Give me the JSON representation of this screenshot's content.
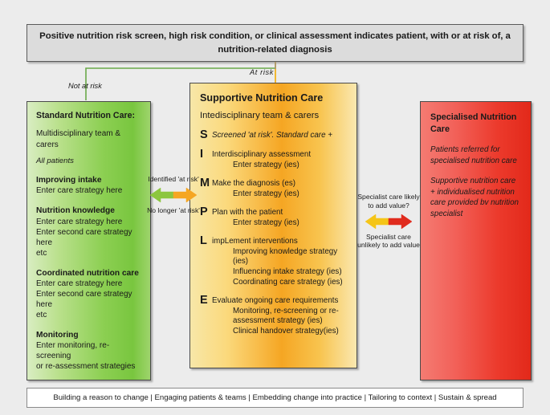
{
  "header": {
    "text": "Positive nutrition risk screen, high risk condition, or clinical assessment indicates patient, with or at risk of, a nutrition-related diagnosis"
  },
  "connectors": {
    "not_at_risk_label": "Not at risk",
    "at_risk_label": "At  risk",
    "green_color": "#6aa94a",
    "yellow_color": "#f2b21e"
  },
  "standard_care": {
    "title": "Standard Nutrition Care:",
    "team": "Multidisciplinary team & carers",
    "scope": "All patients",
    "sections": [
      {
        "heading": "Improving intake",
        "lines": [
          "Enter care strategy here"
        ]
      },
      {
        "heading": "Nutrition knowledge",
        "lines": [
          "Enter care strategy here",
          "Enter second care strategy here",
          "etc"
        ]
      },
      {
        "heading": "Coordinated nutrition care",
        "lines": [
          "Enter care strategy here",
          "Enter second care strategy here",
          "etc"
        ]
      },
      {
        "heading": "Monitoring",
        "lines": [
          "Enter monitoring, re-screening",
          "or re-assessment strategies"
        ]
      }
    ],
    "fill_start": "#d9edc2",
    "fill_end": "#79c63f"
  },
  "supportive_care": {
    "title": "Supportive Nutrition Care",
    "subtitle": "Intedisciplinary team & carers",
    "simple": [
      {
        "letter": "S",
        "main": "Screened 'at risk'. Standard care +",
        "italic": true,
        "subs": []
      },
      {
        "letter": "I",
        "main": "Interdisciplinary assessment",
        "italic": false,
        "subs": [
          "Enter strategy (ies)"
        ]
      },
      {
        "letter": "M",
        "main": "Make the diagnosis (es)",
        "italic": false,
        "subs": [
          "Enter strategy (ies)"
        ]
      },
      {
        "letter": "P",
        "main": "Plan with the patient",
        "italic": false,
        "subs": [
          "Enter strategy (ies)"
        ]
      },
      {
        "letter": "L",
        "main": "impLement interventions",
        "italic": false,
        "subs": [
          "Improving knowledge strategy (ies)",
          "Influencing intake  strategy (ies)",
          "Coordinating care  strategy (ies)"
        ]
      },
      {
        "letter": "E",
        "main": "Evaluate ongoing care requirements",
        "italic": false,
        "subs": [
          "Monitoring, re-screening or re-",
          "assessment strategy (ies)",
          "Clinical handover strategy(ies)"
        ]
      }
    ],
    "fill_start": "#f7e7a8",
    "fill_end": "#f5a623"
  },
  "specialised_care": {
    "title": "Specialised Nutrition Care",
    "paragraphs": [
      "Patients referred for specialised nutrition care",
      "Supportive nutrition care + individualised nutrition care provided bv nutrition specialist"
    ],
    "fill_start": "#f47b72",
    "fill_end": "#e2291a"
  },
  "left_arrow": {
    "top_label": "Identified 'at risk'",
    "bottom_label": "No longer 'at risk'",
    "left_color": "#8cc63f",
    "right_color": "#f5a623"
  },
  "right_arrow": {
    "top_label": "Specialist care likely to add value?",
    "bottom_label": "Specialist care unlikely to add value",
    "left_color": "#f5c518",
    "right_color": "#e02b1d"
  },
  "footer": {
    "text": "Building a reason to change | Engaging patients & teams  | Embedding change into practice | Tailoring to context | Sustain & spread"
  }
}
